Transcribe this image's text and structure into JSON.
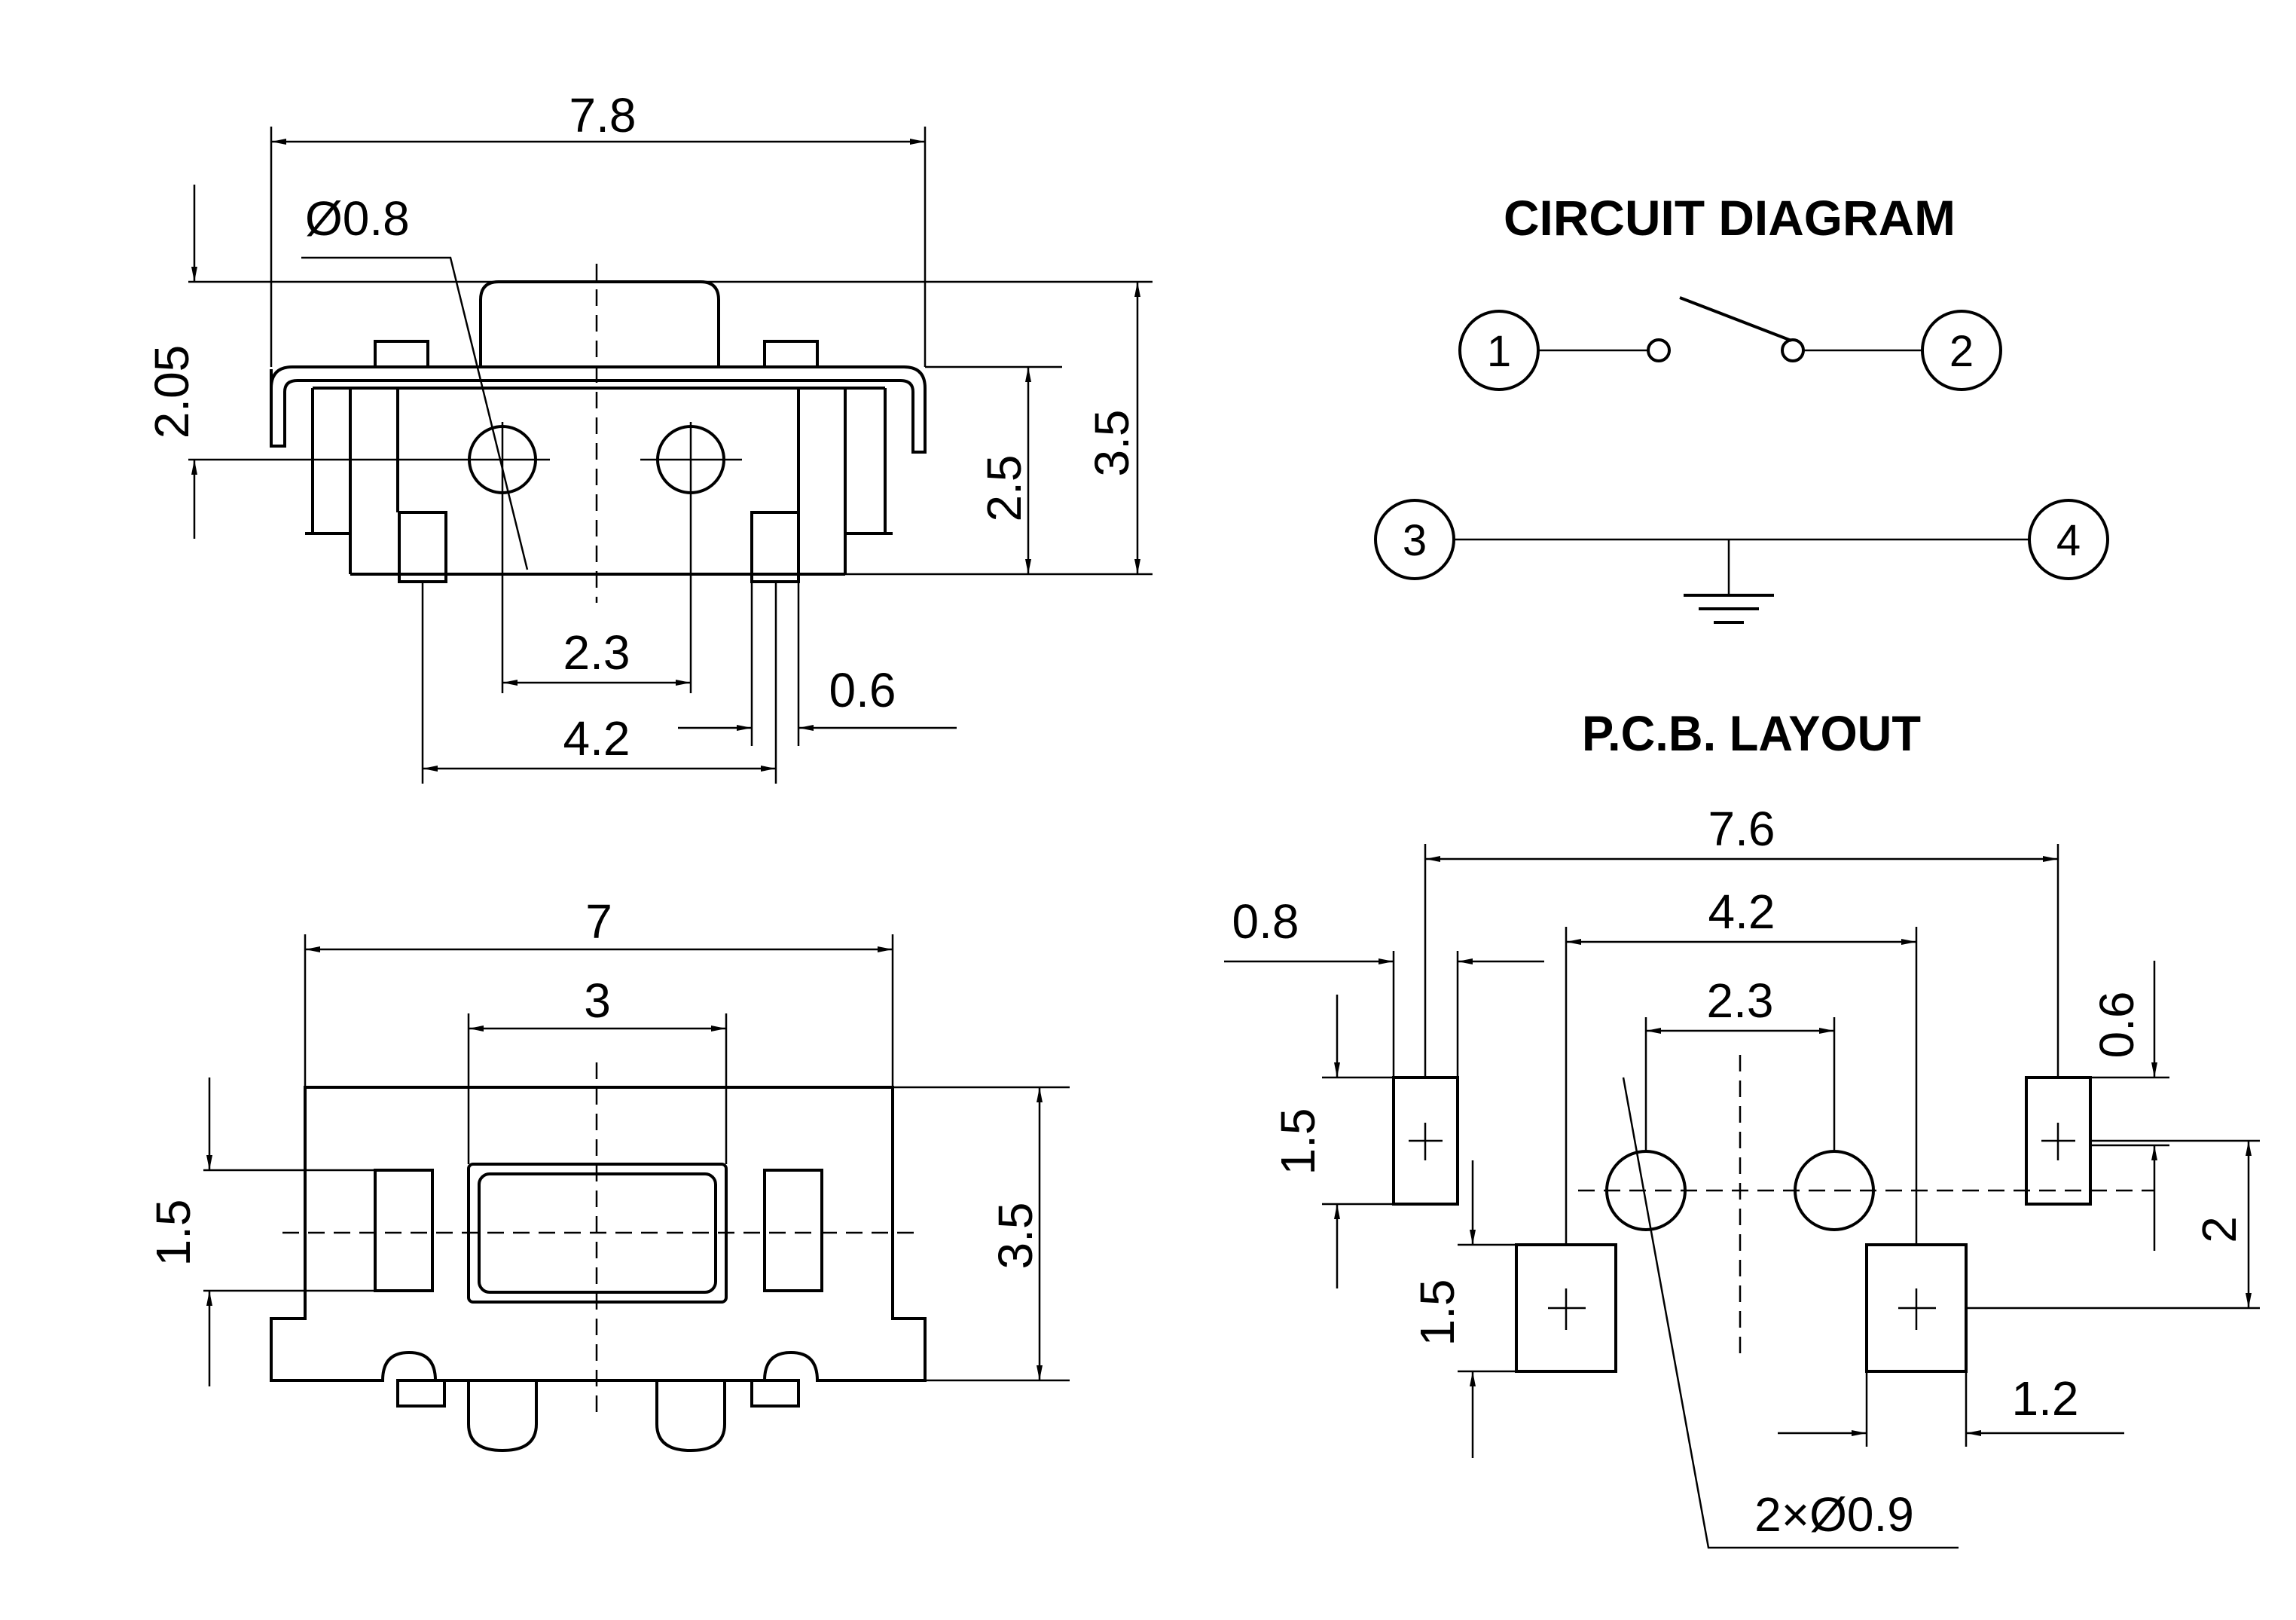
{
  "titles": {
    "circuit": "CIRCUIT DIAGRAM",
    "pcb": "P.C.B. LAYOUT"
  },
  "front_view": {
    "width": "7.8",
    "hole_dia": "Ø0.8",
    "height_left": "2.05",
    "height_mid": "2.5",
    "height_total": "3.5",
    "hole_pitch": "2.3",
    "lead_width": "0.6",
    "lead_span": "4.2"
  },
  "top_view": {
    "width": "7",
    "button_width": "3",
    "pad_height": "1.5",
    "height": "3.5"
  },
  "circuit": {
    "pins": [
      "1",
      "2",
      "3",
      "4"
    ]
  },
  "pcb": {
    "total": "7.6",
    "pad_width": "0.8",
    "pad_span": "4.2",
    "hole_pitch": "2.3",
    "pad_w_right": "0.6",
    "pad_h_left": "1.5",
    "pad_h_lower": "1.5",
    "row_pitch": "2",
    "pad_w_lower": "1.2",
    "holes": "2×Ø0.9"
  }
}
